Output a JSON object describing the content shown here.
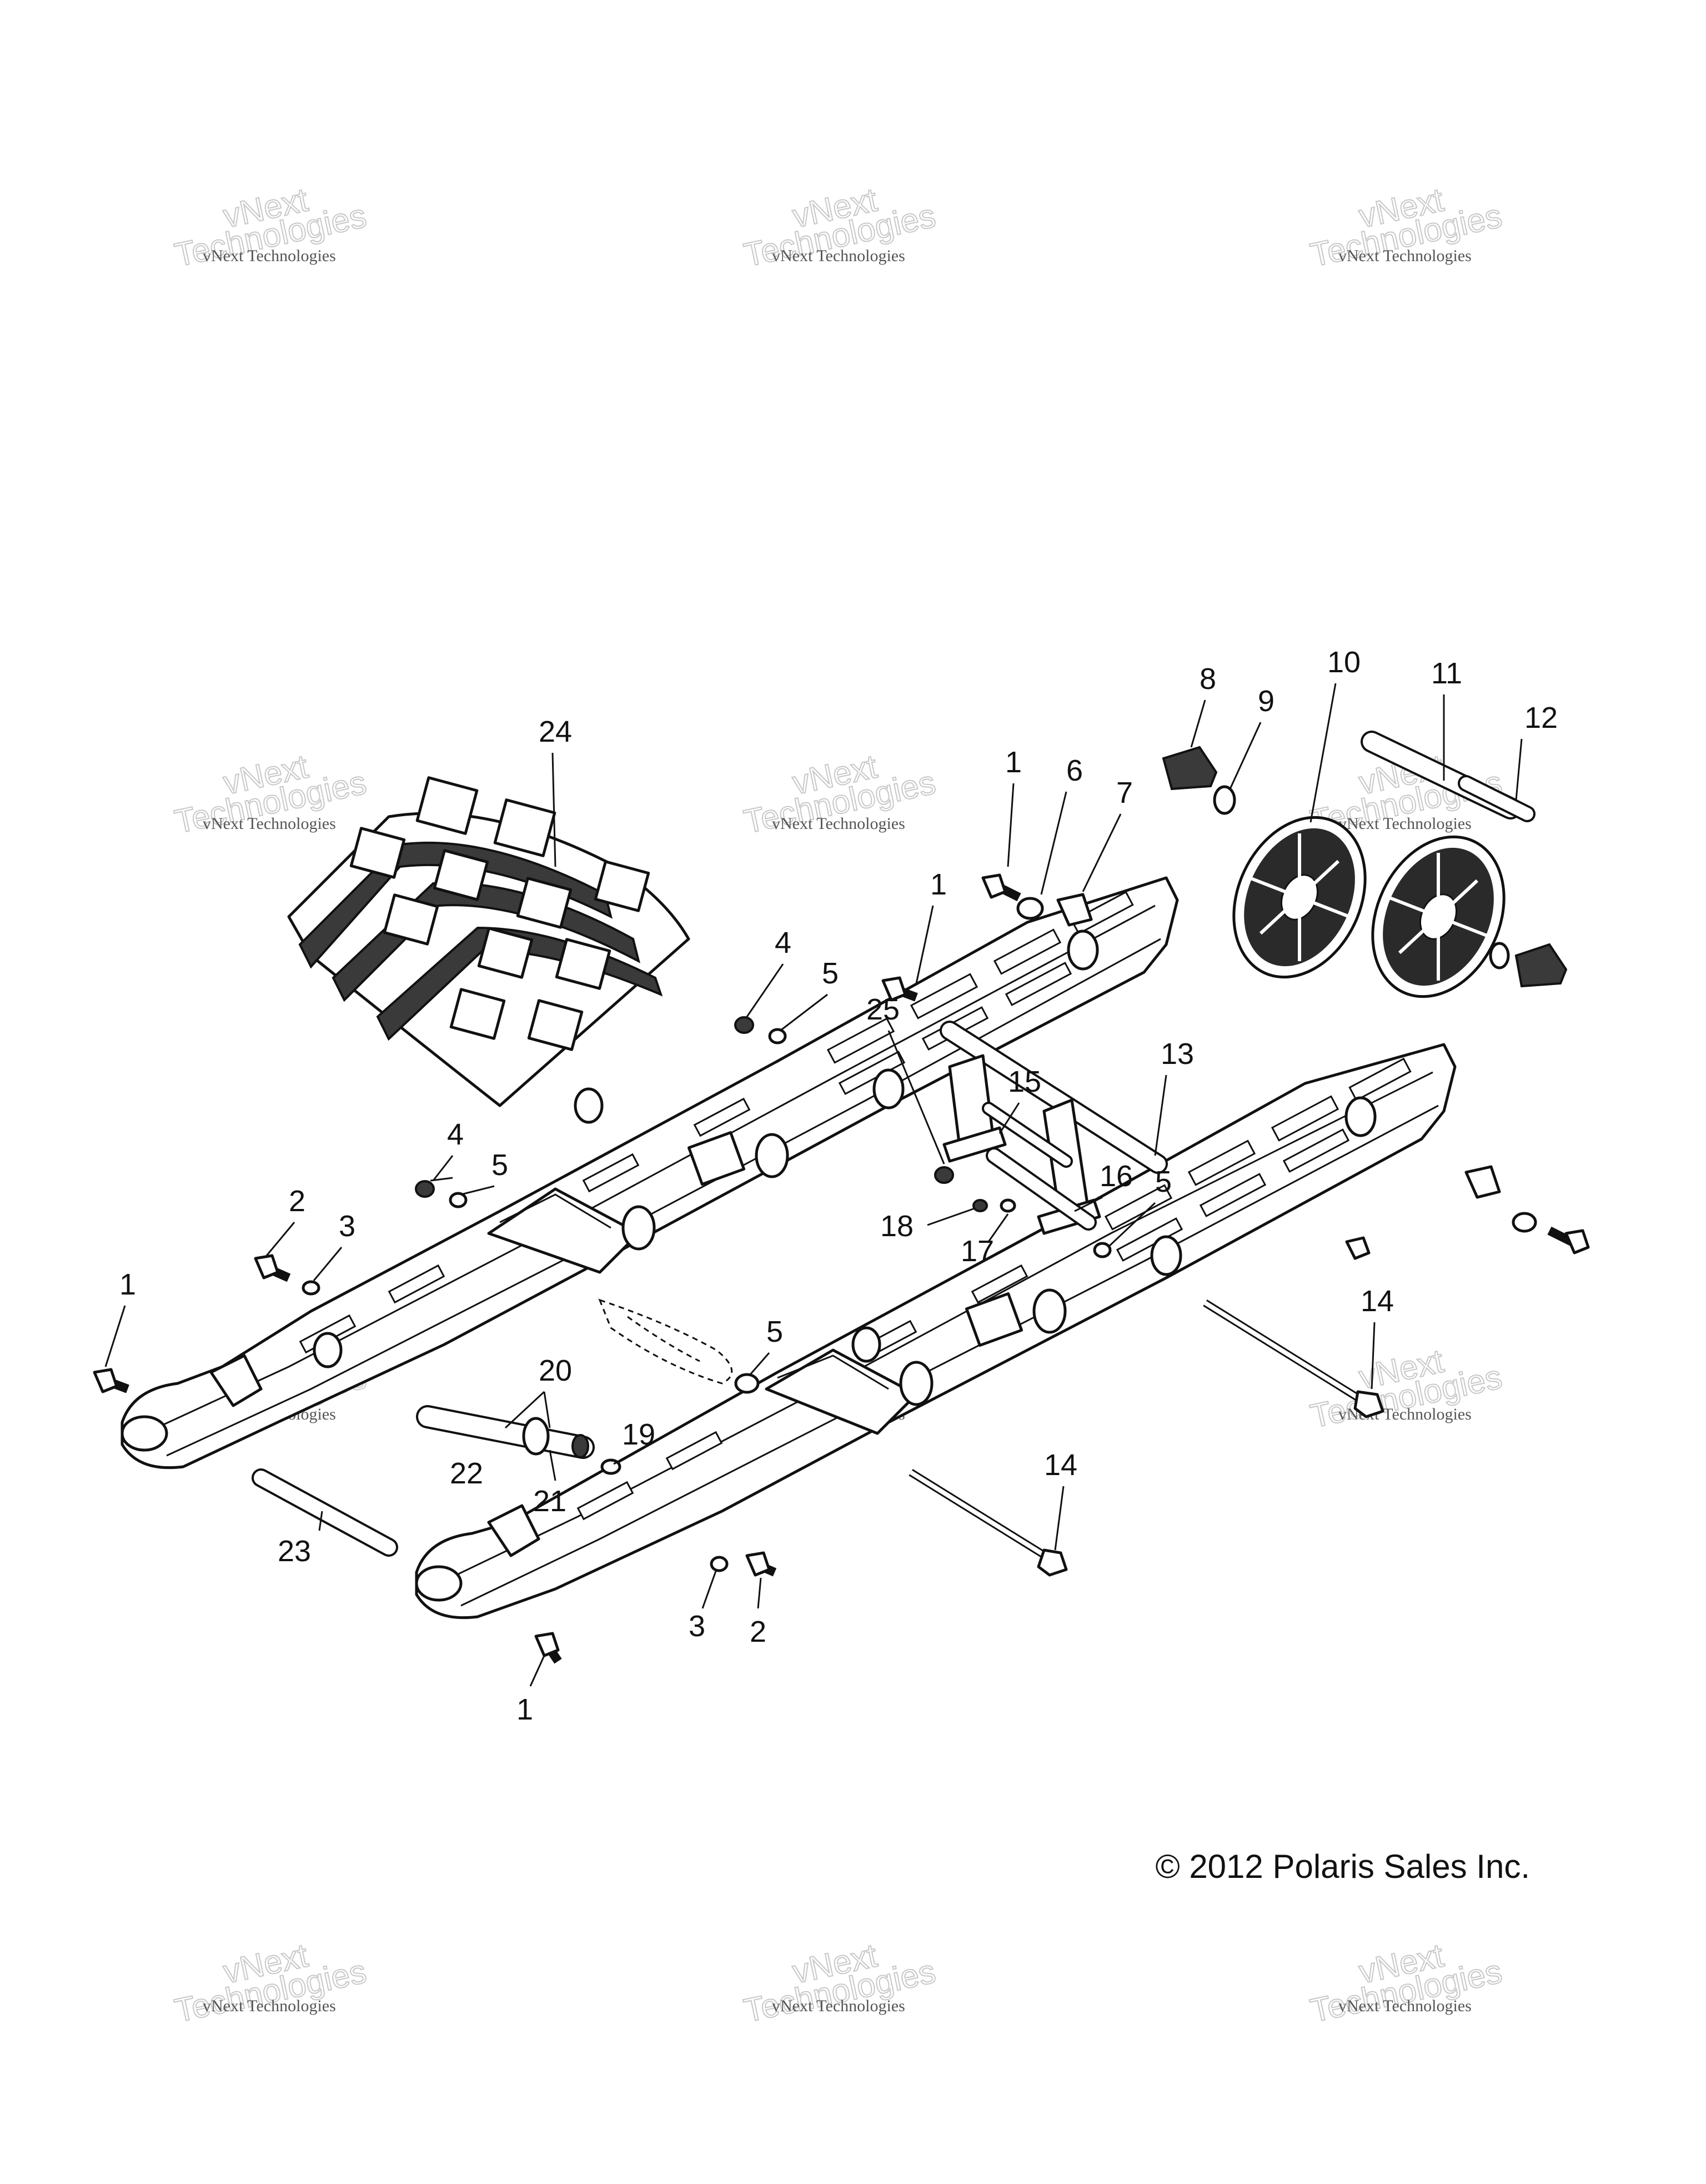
{
  "callouts": [
    {
      "id": "1",
      "label": "1"
    },
    {
      "id": "2",
      "label": "2"
    },
    {
      "id": "3",
      "label": "3"
    },
    {
      "id": "4",
      "label": "4"
    },
    {
      "id": "5",
      "label": "5"
    },
    {
      "id": "6",
      "label": "6"
    },
    {
      "id": "7",
      "label": "7"
    },
    {
      "id": "8",
      "label": "8"
    },
    {
      "id": "9",
      "label": "9"
    },
    {
      "id": "10",
      "label": "10"
    },
    {
      "id": "11",
      "label": "11"
    },
    {
      "id": "12",
      "label": "12"
    },
    {
      "id": "13",
      "label": "13"
    },
    {
      "id": "14",
      "label": "14"
    },
    {
      "id": "15",
      "label": "15"
    },
    {
      "id": "16",
      "label": "16"
    },
    {
      "id": "17",
      "label": "17"
    },
    {
      "id": "18",
      "label": "18"
    },
    {
      "id": "19",
      "label": "19"
    },
    {
      "id": "20",
      "label": "20"
    },
    {
      "id": "21",
      "label": "21"
    },
    {
      "id": "22",
      "label": "22"
    },
    {
      "id": "23",
      "label": "23"
    },
    {
      "id": "24",
      "label": "24"
    },
    {
      "id": "25",
      "label": "25"
    }
  ],
  "watermark": {
    "line1": "vNext",
    "line2": "Technologies",
    "small": "vNext Technologies"
  },
  "copyright": "© 2012 Polaris Sales Inc."
}
